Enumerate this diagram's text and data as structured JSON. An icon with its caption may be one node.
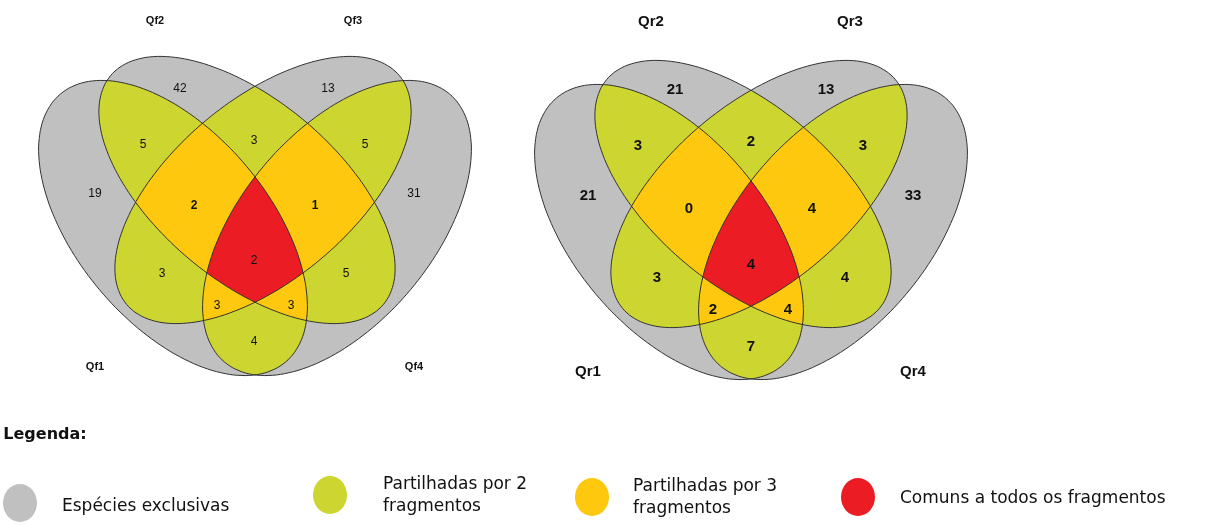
{
  "diagram": {
    "labels": [
      "Qf2",
      "Qf3",
      "42",
      "13",
      "5",
      "3",
      "5",
      "19",
      "2",
      "1",
      "31",
      "3",
      "2",
      "5",
      "3",
      "3",
      "4",
      "Qf1",
      "Qf4",
      "Qr2",
      "Qr3",
      "21",
      "13",
      "3",
      "2",
      "3",
      "21",
      "0",
      "4",
      "33",
      "3",
      "4",
      "4",
      "2",
      "4",
      "7",
      "Qr1",
      "Qr4",
      "Legenda:"
    ],
    "legend": [
      {
        "text": "Espécies exclusivas",
        "color": "#c0c0c0"
      },
      {
        "text": "Partilhadas por 2 fragmentos",
        "color": "#cdd530"
      },
      {
        "text": "Partilhadas por 3 fragmentos",
        "color": "#fec80f"
      },
      {
        "text": "Comuns a todos os fragmentos",
        "color": "#ec1c24"
      }
    ]
  }
}
